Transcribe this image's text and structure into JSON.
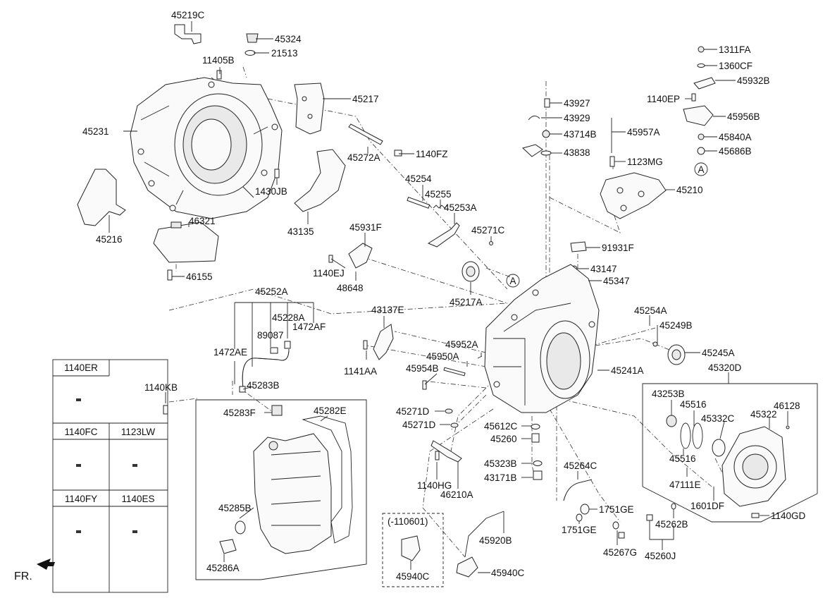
{
  "labels": {
    "p45219C": "45219C",
    "p45324": "45324",
    "p11405B": "11405B",
    "p21513": "21513",
    "p45217": "45217",
    "p45231": "45231",
    "p45272A": "45272A",
    "p1140FZ": "1140FZ",
    "p1430JB": "1430JB",
    "p43135": "43135",
    "p45216": "45216",
    "p46321": "46321",
    "p46155": "46155",
    "p45254": "45254",
    "p45255": "45255",
    "p45253A": "45253A",
    "p45271C": "45271C",
    "p45931F": "45931F",
    "p1140EJ": "1140EJ",
    "p48648": "48648",
    "p45217A": "45217A",
    "p43927": "43927",
    "p43929": "43929",
    "p43714B": "43714B",
    "p43838": "43838",
    "p45957A": "45957A",
    "p1123MG": "1123MG",
    "p45210": "45210",
    "p1311FA": "1311FA",
    "p1360CF": "1360CF",
    "p45932B": "45932B",
    "p1140EP": "1140EP",
    "p45956B": "45956B",
    "p45840A": "45840A",
    "p45686B": "45686B",
    "circleA_top": "A",
    "p91931F": "91931F",
    "p43147": "43147",
    "p45347": "45347",
    "circleA_mid": "A",
    "p45254A": "45254A",
    "p45249B": "45249B",
    "p45245A": "45245A",
    "p45241A": "45241A",
    "p45320D": "45320D",
    "p45252A": "45252A",
    "p45228A": "45228A",
    "p89087": "89087",
    "p1472AF": "1472AF",
    "p1472AE": "1472AE",
    "p43137E": "43137E",
    "p1141AA": "1141AA",
    "p45952A": "45952A",
    "p45950A": "45950A",
    "p45954B": "45954B",
    "p1140KB": "1140KB",
    "p45283B": "45283B",
    "p45283F": "45283F",
    "p45282E": "45282E",
    "p45271D_1": "45271D",
    "p45271D_2": "45271D",
    "p45612C": "45612C",
    "p45260": "45260",
    "p45323B": "45323B",
    "p43171B": "43171B",
    "p1140HG": "1140HG",
    "p46210A": "46210A",
    "p45285B": "45285B",
    "p45286A": "45286A",
    "p43253B": "43253B",
    "p45516_1": "45516",
    "p45332C": "45332C",
    "p45322": "45322",
    "p46128": "46128",
    "p45516_2": "45516",
    "p47111E": "47111E",
    "p1601DF": "1601DF",
    "p1140GD": "1140GD",
    "p45262B": "45262B",
    "p45260J": "45260J",
    "p45264C": "45264C",
    "p1751GE_1": "1751GE",
    "p1751GE_2": "1751GE",
    "p45267G": "45267G",
    "p45920B": "45920B",
    "p45940C_1": "45940C",
    "p45940C_2": "45940C",
    "p110601": "(-110601)"
  },
  "bolt_table": {
    "row1": [
      "1140ER"
    ],
    "row2": [
      "1140FC",
      "1123LW"
    ],
    "row3": [
      "1140FY",
      "1140ES"
    ]
  },
  "direction": {
    "label": "FR."
  }
}
